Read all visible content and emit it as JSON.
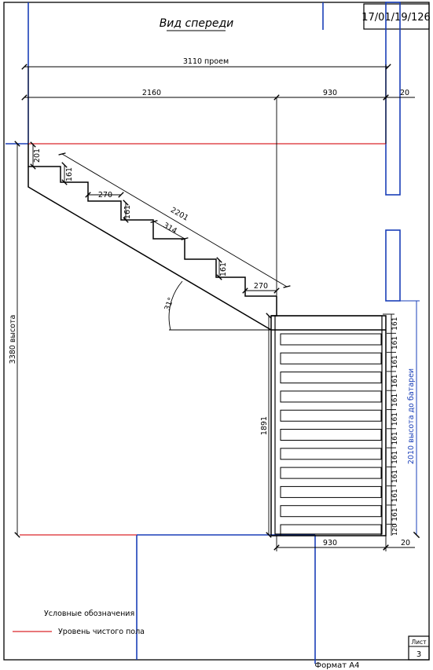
{
  "title": "Вид спереди",
  "drawing_code": "17/01/19/126",
  "format_label": "Формат А4",
  "sheet": {
    "label": "Лист",
    "number": "3"
  },
  "legend": {
    "title": "Условные обозначения",
    "items": [
      {
        "label": "Уровень чистого пола",
        "color": "#d9262b"
      }
    ]
  },
  "colors": {
    "line": "#000000",
    "floor": "#d9262b",
    "wall": "#1a3fb8"
  },
  "dimensions": {
    "opening": "3110 проем",
    "flight_width": "2160",
    "landing_width_top": "930",
    "gap_top": "20",
    "landing_width_bottom": "930",
    "gap_bottom": "20",
    "first_riser": "201",
    "riser": "161",
    "tread_1": "270",
    "tread_2": "314",
    "tread_3": "270",
    "diagonal": "2201",
    "angle": "31°",
    "total_height": "3380 высота",
    "lower_height": "1891",
    "battery_height": "2010 высота до батареи",
    "right_risers": [
      "161",
      "161",
      "161",
      "161",
      "161",
      "161",
      "161",
      "161",
      "161",
      "161",
      "161"
    ],
    "last_riser": "120"
  }
}
